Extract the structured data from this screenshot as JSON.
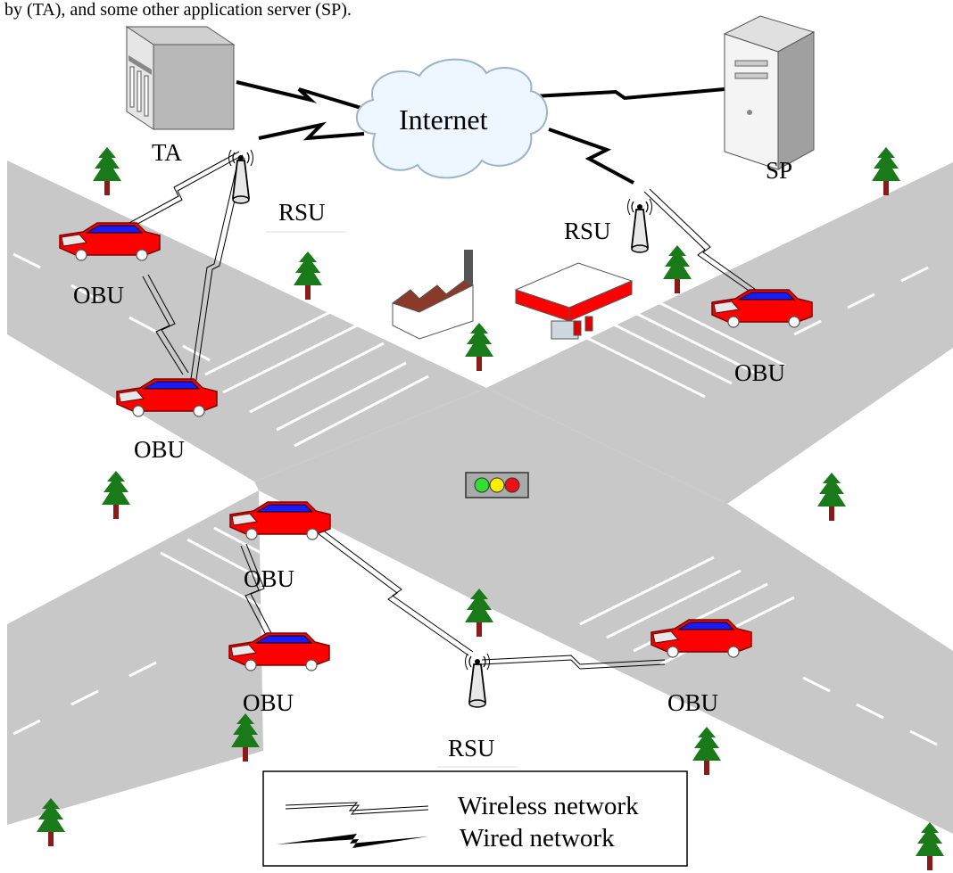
{
  "caption": "by (TA), and some other application server (SP).",
  "labels": {
    "internet": "Internet",
    "ta": "TA",
    "sp": "SP",
    "rsu_top_left": "RSU",
    "rsu_top_right": "RSU",
    "rsu_bottom": "RSU",
    "obu_1": "OBU",
    "obu_2": "OBU",
    "obu_3": "OBU",
    "obu_4": "OBU",
    "obu_5": "OBU",
    "obu_6": "OBU"
  },
  "legend": {
    "wireless": "Wireless network",
    "wired": "Wired network"
  },
  "colors": {
    "road": "#c8c8c8",
    "car_body": "#ff0000",
    "car_roof": "#1a1aff",
    "tree": "#1a7a1a",
    "trunk": "#8b1a1a",
    "light_green": "#33dd33",
    "light_yellow": "#ffee00",
    "light_red": "#ee1111"
  }
}
